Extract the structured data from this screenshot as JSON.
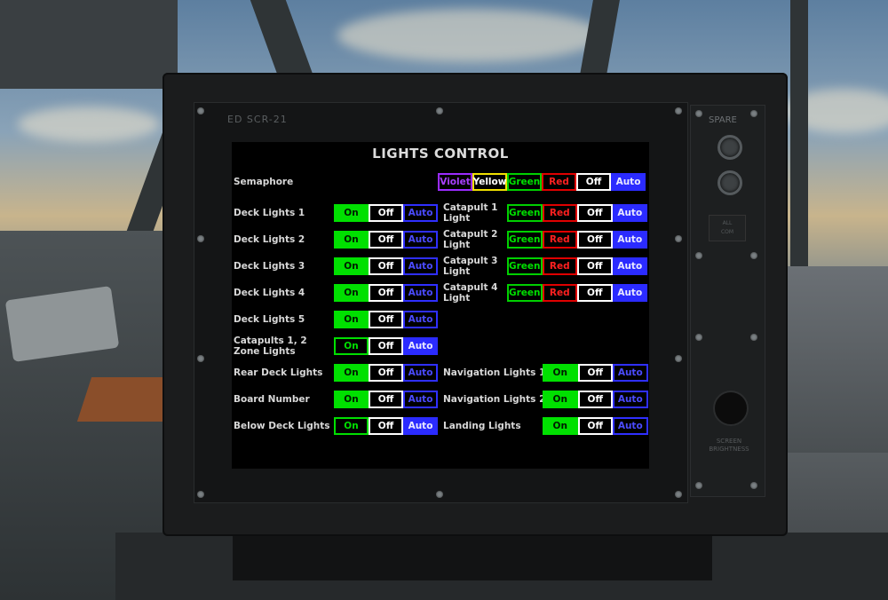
{
  "panel": {
    "brand": "ED SCR-21",
    "spare": "SPARE",
    "small_button": "ALL\nCOM",
    "brightness": "SCREEN\nBRIGHTNESS"
  },
  "screen": {
    "title": "LIGHTS CONTROL",
    "semaphore": {
      "label": "Semaphore",
      "options": [
        "Violet",
        "Yellow",
        "Green",
        "Red",
        "Off",
        "Auto"
      ],
      "selected": "Auto"
    },
    "left_rows": [
      {
        "label": "Deck Lights 1",
        "options": [
          "On",
          "Off",
          "Auto"
        ],
        "selected": "On"
      },
      {
        "label": "Deck Lights 2",
        "options": [
          "On",
          "Off",
          "Auto"
        ],
        "selected": "On"
      },
      {
        "label": "Deck Lights 3",
        "options": [
          "On",
          "Off",
          "Auto"
        ],
        "selected": "On"
      },
      {
        "label": "Deck Lights 4",
        "options": [
          "On",
          "Off",
          "Auto"
        ],
        "selected": "On"
      },
      {
        "label": "Deck Lights 5",
        "options": [
          "On",
          "Off",
          "Auto"
        ],
        "selected": "On"
      },
      {
        "label": "Catapults 1, 2\nZone Lights",
        "options": [
          "On",
          "Off",
          "Auto"
        ],
        "selected": "Auto"
      },
      {
        "label": "Rear Deck Lights",
        "options": [
          "On",
          "Off",
          "Auto"
        ],
        "selected": "On"
      },
      {
        "label": "Board Number",
        "options": [
          "On",
          "Off",
          "Auto"
        ],
        "selected": "On"
      },
      {
        "label": "Below Deck Lights",
        "options": [
          "On",
          "Off",
          "Auto"
        ],
        "selected": "Auto"
      }
    ],
    "catapult_rows": [
      {
        "label": "Catapult 1\nLight",
        "options": [
          "Green",
          "Red",
          "Off",
          "Auto"
        ],
        "selected": "Auto"
      },
      {
        "label": "Catapult 2\nLight",
        "options": [
          "Green",
          "Red",
          "Off",
          "Auto"
        ],
        "selected": "Auto"
      },
      {
        "label": "Catapult 3\nLight",
        "options": [
          "Green",
          "Red",
          "Off",
          "Auto"
        ],
        "selected": "Auto"
      },
      {
        "label": "Catapult 4\nLight",
        "options": [
          "Green",
          "Red",
          "Off",
          "Auto"
        ],
        "selected": "Auto"
      }
    ],
    "right_rows": [
      {
        "label": "Navigation Lights 1",
        "options": [
          "On",
          "Off",
          "Auto"
        ],
        "selected": "On"
      },
      {
        "label": "Navigation Lights 2",
        "options": [
          "On",
          "Off",
          "Auto"
        ],
        "selected": "On"
      },
      {
        "label": "Landing Lights",
        "options": [
          "On",
          "Off",
          "Auto"
        ],
        "selected": "On"
      }
    ]
  },
  "colors": {
    "green": "#00e000",
    "red": "#e00000",
    "white": "#ffffff",
    "blue": "#2b2bff",
    "violet": "#9b2bff",
    "yellow": "#f0e000"
  }
}
